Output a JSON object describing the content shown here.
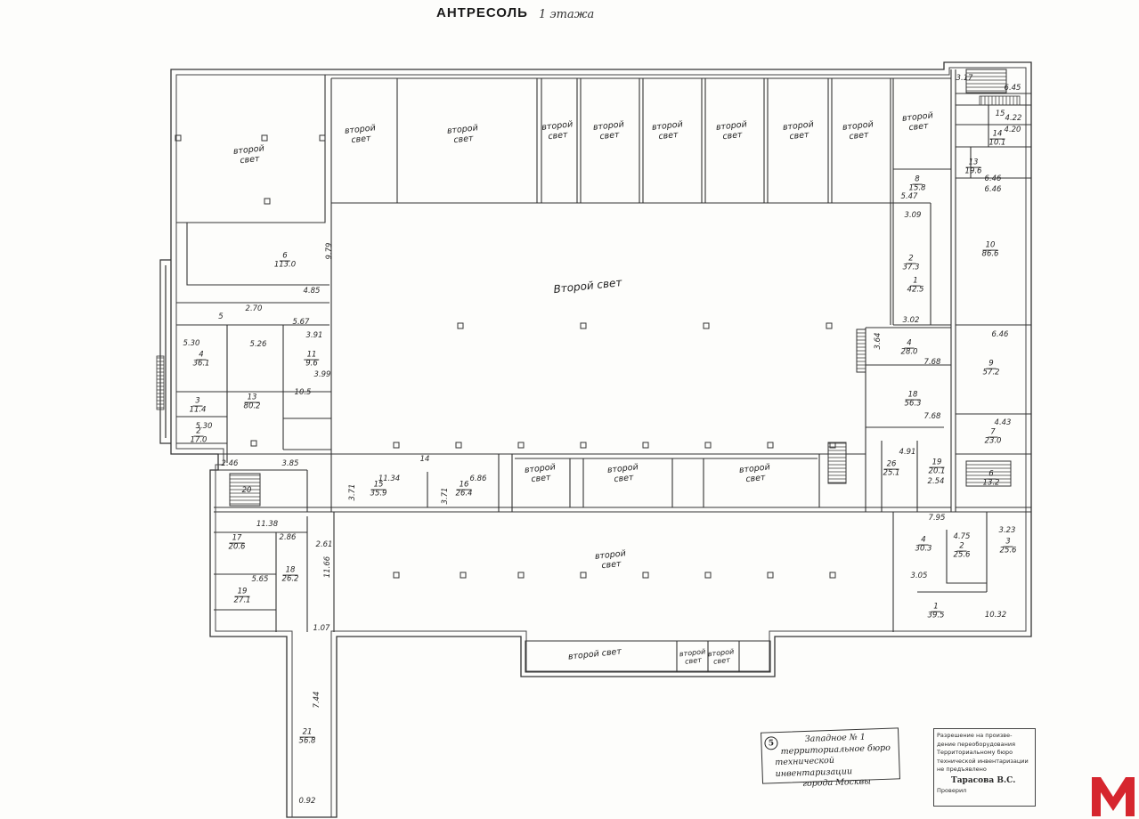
{
  "title": {
    "printed": "АНТРЕСОЛЬ",
    "handwritten": "1 этажа"
  },
  "sl": [
    "второй свет",
    "второй свет",
    "второй свет",
    "второй свет",
    "второй свет",
    "второй свет",
    "второй свет",
    "второй свет",
    "второй свет",
    "второй свет",
    "Второй свет",
    "второй свет",
    "второй свет",
    "второй свет",
    "второй свет",
    "второй свет",
    "второй свет",
    "второй свет"
  ],
  "rooms": [
    {
      "num": "6",
      "area": "113.0"
    },
    {
      "num": "4",
      "area": "36.1"
    },
    {
      "num": "13",
      "area": "80.2"
    },
    {
      "num": "3",
      "area": "11.4"
    },
    {
      "num": "2",
      "area": "17.0"
    },
    {
      "num": "15",
      "area": "35.9"
    },
    {
      "num": "16",
      "area": "26.4"
    },
    {
      "num": "17",
      "area": "20.6"
    },
    {
      "num": "18",
      "area": "26.2"
    },
    {
      "num": "19",
      "area": "27.1"
    },
    {
      "num": "21",
      "area": "56.8"
    },
    {
      "num": "1",
      "area": "39.5"
    },
    {
      "num": "4",
      "area": "30.3"
    },
    {
      "num": "2",
      "area": "25.6"
    },
    {
      "num": "3",
      "area": "25.6"
    },
    {
      "num": "26",
      "area": "25.1"
    },
    {
      "num": "19",
      "area": "20.1"
    },
    {
      "num": "18",
      "area": "56.3"
    },
    {
      "num": "4",
      "area": "28.0"
    },
    {
      "num": "1",
      "area": "42.5"
    },
    {
      "num": "2",
      "area": "37.3"
    },
    {
      "num": "8",
      "area": "15.8"
    },
    {
      "num": "10",
      "area": "86.6"
    },
    {
      "num": "9",
      "area": "57.2"
    },
    {
      "num": "7",
      "area": "23.0"
    },
    {
      "num": "6",
      "area": "13.2"
    },
    {
      "num": "13",
      "area": "19.6"
    },
    {
      "num": "14",
      "area": "10.1"
    },
    {
      "num": "11",
      "area": "9.6"
    }
  ],
  "dims": [
    "2.70",
    "5",
    "5.30",
    "5.26",
    "5.67",
    "3.91",
    "3.99",
    "10.5",
    "5.30",
    "3.85",
    "2.46",
    "14",
    "11.34",
    "6.86",
    "3.71",
    "3.71",
    "20",
    "11.38",
    "2.86",
    "5.65",
    "2.61",
    "11.66",
    "1.07",
    "7.44",
    "0.92",
    "10.32",
    "4.75",
    "3.23",
    "3.05",
    "7.95",
    "4.91",
    "7.68",
    "7.68",
    "3.64",
    "3.02",
    "3.09",
    "5.47",
    "6.46",
    "6.46",
    "6.46",
    "4.43",
    "4.22",
    "4.20",
    "15",
    "3.17",
    "6.45",
    "2.54",
    "4.85",
    "9.79"
  ],
  "stamp_left": {
    "number": "5",
    "lines": [
      "Западное № 1",
      "территориальное бюро",
      "технической инвентаризации",
      "города Москвы"
    ]
  },
  "stamp_right": {
    "lines": [
      "Разрешение на произве-",
      "дение переоборудования",
      "Территориальному бюро",
      "технической инвентаризации",
      "не предъявлено"
    ],
    "signature": "Тарасова В.С.",
    "checked": "Проверил"
  },
  "colors": {
    "ink": "#333333",
    "logo": "#d6262e"
  }
}
